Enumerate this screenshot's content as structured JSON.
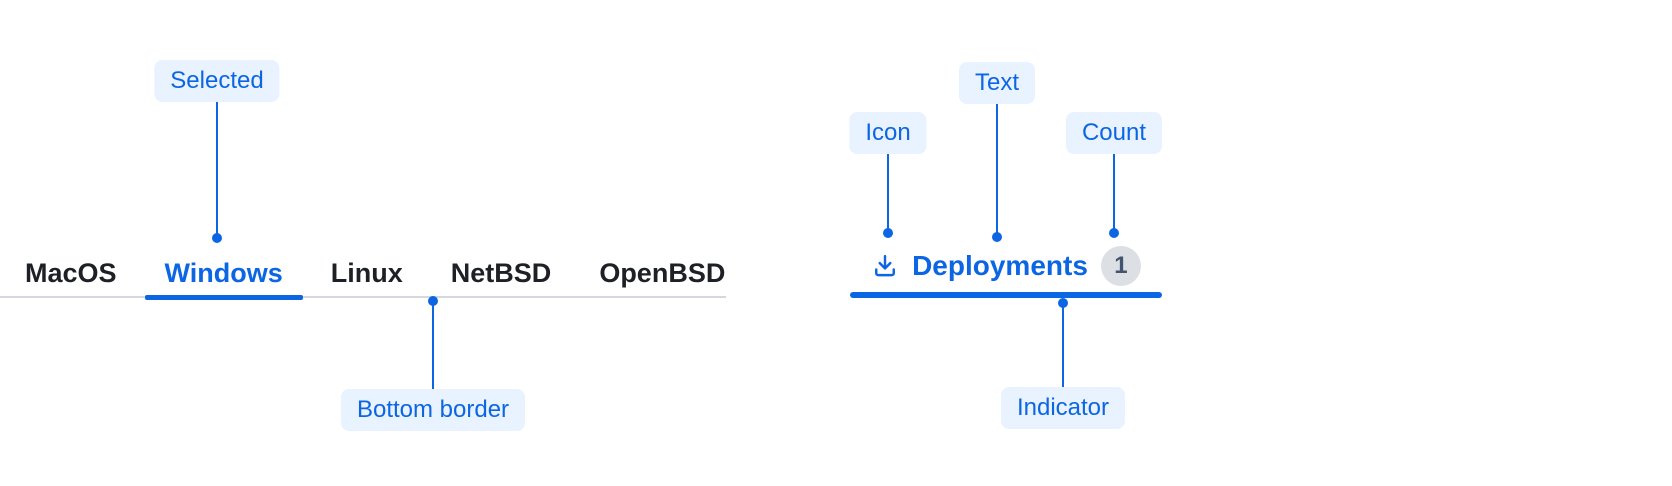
{
  "tabs": {
    "selected": "Windows",
    "items": [
      {
        "label": "MacOS"
      },
      {
        "label": "Windows"
      },
      {
        "label": "Linux"
      },
      {
        "label": "NetBSD"
      },
      {
        "label": "OpenBSD"
      }
    ]
  },
  "annotations": {
    "selected": "Selected",
    "bottom_border": "Bottom border",
    "icon": "Icon",
    "text": "Text",
    "count": "Count",
    "indicator": "Indicator"
  },
  "anatomy": {
    "icon": "download-icon",
    "label": "Deployments",
    "count": "1"
  },
  "colors": {
    "accent": "#0C66E4",
    "annotation_bg": "#E9F2FF",
    "tab_text": "#1D2125",
    "tab_bar_border": "#D5D9DE",
    "count_badge_bg": "#DCDFE4",
    "count_badge_text": "#44546F",
    "background": "#FFFFFF"
  }
}
